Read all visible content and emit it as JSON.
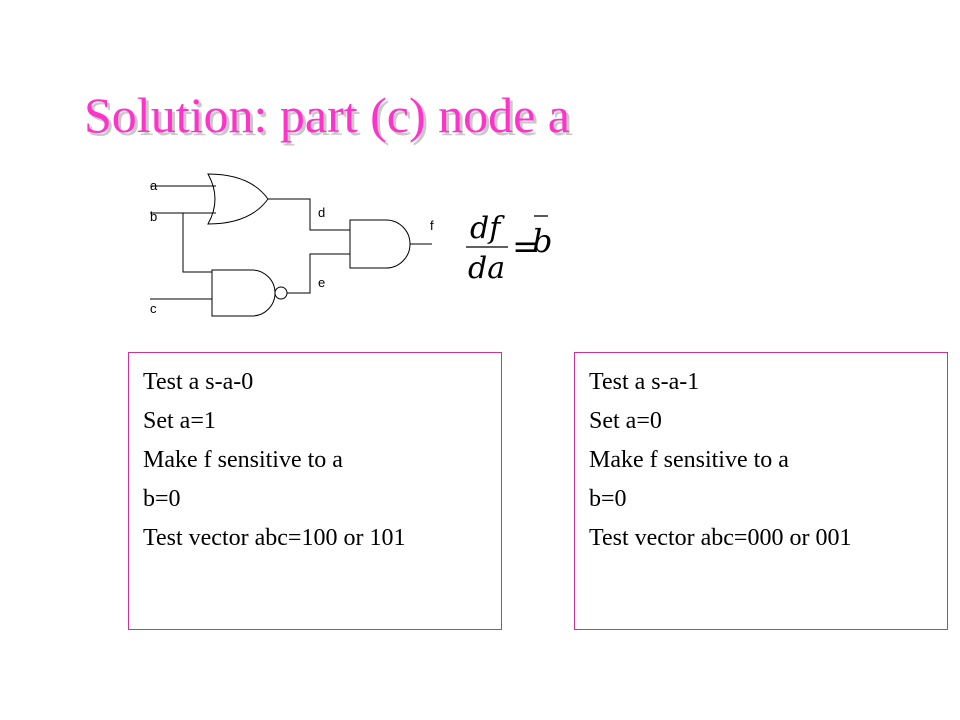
{
  "title": "Solution: part (c) node a",
  "circuit": {
    "labels": {
      "a": "a",
      "b": "b",
      "c": "c",
      "d": "d",
      "e": "e",
      "f": "f"
    }
  },
  "equation": {
    "numerator": "df",
    "denominator": "da",
    "equals": "=",
    "rhs": "b"
  },
  "box_sa0": {
    "lines": [
      "Test a s-a-0",
      "Set a=1",
      "Make f sensitive  to a",
      "b=0",
      "Test vector abc=100 or 101"
    ]
  },
  "box_sa1": {
    "lines": [
      "Test a s-a-1",
      "Set a=0",
      "Make f sensitive  to a",
      "b=0",
      "Test vector abc=000 or 001"
    ]
  },
  "colors": {
    "title": "#ff33cc",
    "title_shadow": "#c8c8c8",
    "box_border": "#cc3399"
  }
}
